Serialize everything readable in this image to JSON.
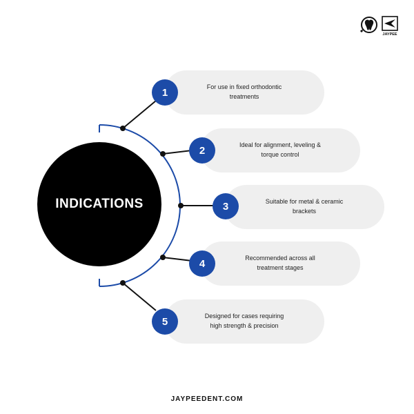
{
  "title": "INDICATIONS",
  "footer": "JAYPEEDENT.COM",
  "logo": {
    "icon": "tooth-logo-icon",
    "brand_text": "JAYPEE"
  },
  "colors": {
    "accent": "#1c4ba8",
    "center": "#000000",
    "pill": "#efefef",
    "text": "#222222"
  },
  "items": [
    {
      "number": "1",
      "text": "For use in fixed orthodontic\ntreatments"
    },
    {
      "number": "2",
      "text": "Ideal for alignment, leveling &\ntorque control"
    },
    {
      "number": "3",
      "text": "Suitable for metal & ceramic\nbrackets"
    },
    {
      "number": "4",
      "text": "Recommended across all\ntreatment stages"
    },
    {
      "number": "5",
      "text": "Designed for cases requiring\nhigh strength & precision"
    }
  ]
}
